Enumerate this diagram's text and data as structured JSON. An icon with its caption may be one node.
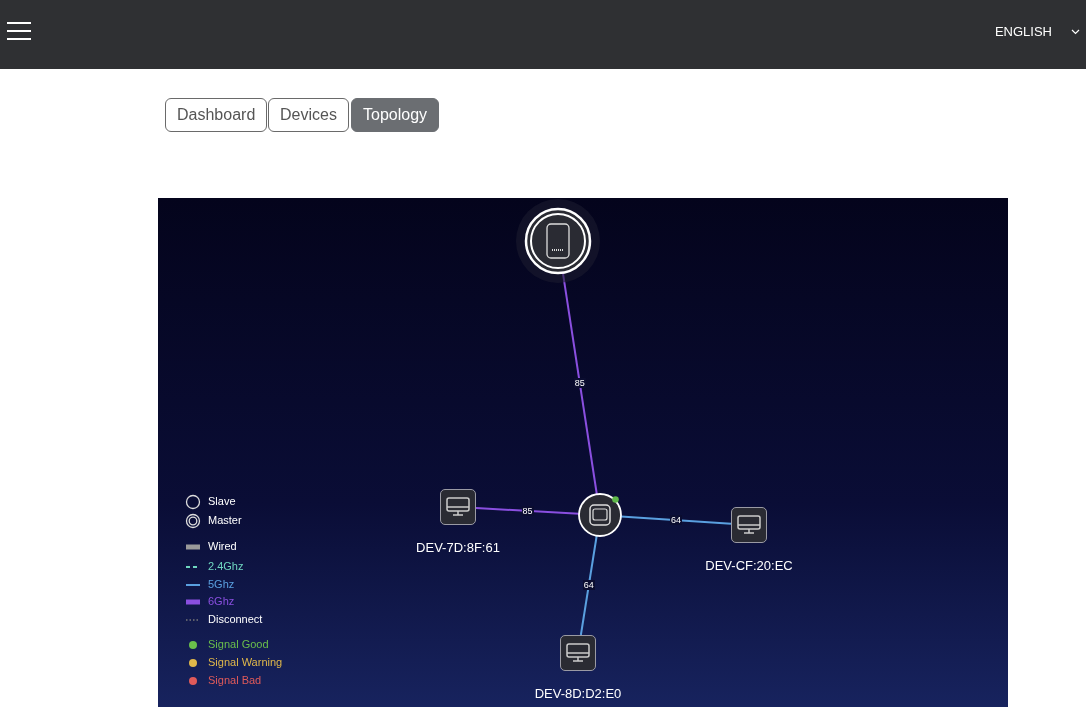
{
  "diagram": {
    "nodes": [
      {
        "text": [],
        "shape": "picture"
      },
      {
        "text": [
          "DEV-7D:8F:61"
        ]
      },
      {
        "text": [],
        "shape": "picture"
      },
      {
        "text": [
          "DEV-CF:20:EC"
        ]
      },
      {
        "text": [
          "DEV-8D:D2:E0"
        ]
      }
    ],
    "edges": [
      {
        "from": 0,
        "to": 2,
        "arrow": "none",
        "label": "85",
        "color": "#8a4fe0"
      },
      {
        "from": 2,
        "to": 1,
        "arrow": "none",
        "label": "85",
        "color": "#8a4fe0"
      },
      {
        "from": 2,
        "to": 3,
        "arrow": "none",
        "label": "64",
        "color": "#5aa0e0"
      },
      {
        "from": 2,
        "to": 4,
        "arrow": "none",
        "label": "64",
        "color": "#5aa0e0"
      }
    ],
    "labels": [
      "ENGLISH",
      "Dashboard",
      "Devices",
      "Topology"
    ],
    "legend": [
      {
        "text": "Slave"
      },
      {
        "text": "Master"
      },
      {
        "text": "Wired"
      },
      {
        "text": "2.4Ghz"
      },
      {
        "text": "5Ghz"
      },
      {
        "text": "6Ghz"
      },
      {
        "text": "Disconnect"
      },
      {
        "text": "Signal Good",
        "color": "#6abf4b"
      },
      {
        "text": "Signal Warning",
        "color": "#e0b84a"
      },
      {
        "text": "Signal Bad",
        "color": "#e05a5a"
      }
    ]
  }
}
